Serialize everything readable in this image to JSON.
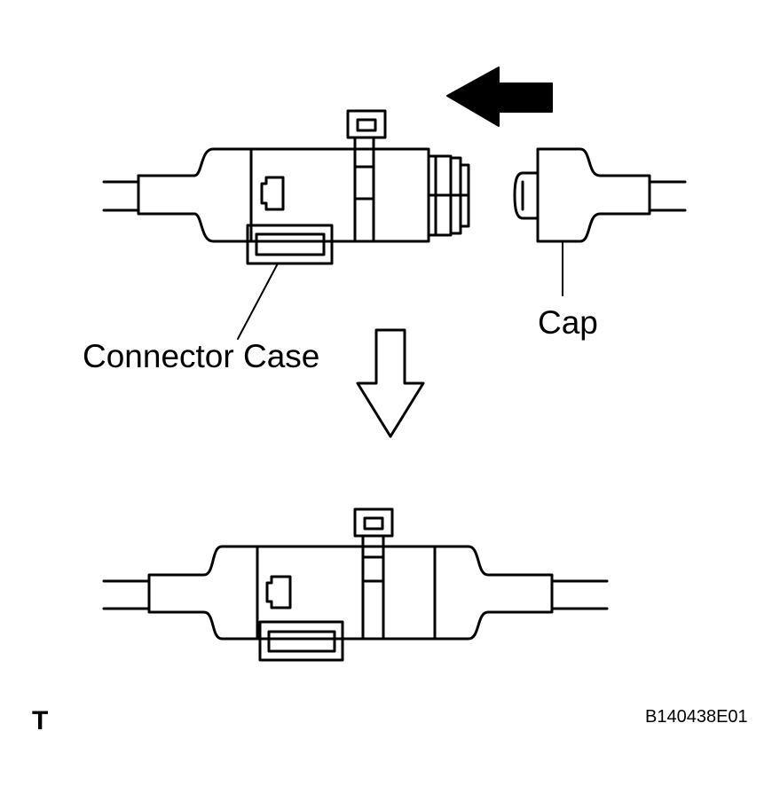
{
  "labels": {
    "connector_case": "Connector Case",
    "cap": "Cap",
    "corner_mark": "T",
    "figure_code": "B140438E01"
  },
  "colors": {
    "line": "#000000",
    "background": "#ffffff"
  }
}
